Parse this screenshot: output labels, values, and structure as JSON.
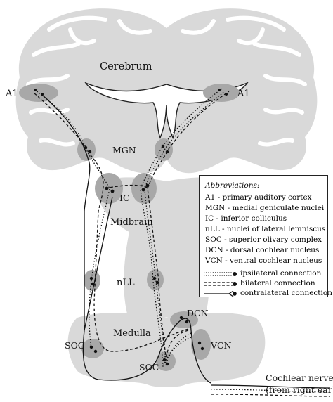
{
  "labels": {
    "cerebrum": "Cerebrum",
    "a1_left": "A1",
    "a1_right": "A1",
    "mgn": "MGN",
    "ic": "IC",
    "midbrain": "Midbrain",
    "nll": "nLL",
    "medulla": "Medulla",
    "dcn": "DCN",
    "vcn": "VCN",
    "soc_left": "SOC",
    "soc_right": "SOC",
    "cochlear_nerve": "Cochlear nerve",
    "from_right_ear": "(from right ear)"
  },
  "legend": {
    "title": "Abbreviations:",
    "abbreviations": [
      "A1 - primary auditory cortex",
      "MGN - medial geniculate nuclei",
      "IC - inferior colliculus",
      "nLL - nuclei of lateral lemniscus",
      "SOC - superior olivary complex",
      "DCN - dorsal cochlear nucleus",
      "VCN - ventral cochlear nucleus"
    ],
    "connections": [
      {
        "label": "ipsilateral connection",
        "style": "dotted"
      },
      {
        "label": "bilateral connection",
        "style": "dashed"
      },
      {
        "label": "contralateral connection",
        "style": "solid"
      }
    ]
  },
  "colors": {
    "brain_fill": "#d9d9d9",
    "nucleus_fill": "#a8a8a8",
    "pathway": "#111111"
  }
}
